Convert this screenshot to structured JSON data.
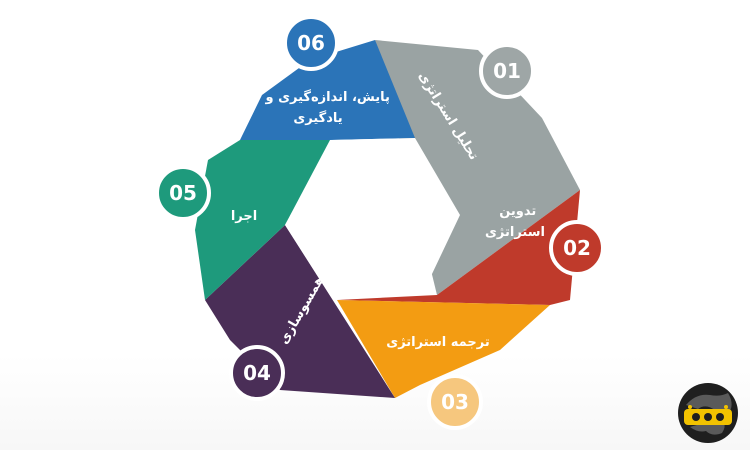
{
  "diagram": {
    "segments": [
      {
        "id": "s1",
        "number": "01",
        "label": "تحلیل استراتژی",
        "color": "#9AA3A3",
        "circle_color": "#9EA6A6"
      },
      {
        "id": "s2",
        "number": "02",
        "label_lines": [
          "تدوین",
          "استراتژی"
        ],
        "color": "#BF3A2B",
        "circle_color": "#BF3A2B"
      },
      {
        "id": "s3",
        "number": "03",
        "label": "ترجمه استراتژی",
        "color": "#F39C12",
        "circle_color": "#F6C77E"
      },
      {
        "id": "s4",
        "number": "04",
        "label": "همسوسازی",
        "color": "#4A2E57",
        "circle_color": "#4A2E57"
      },
      {
        "id": "s5",
        "number": "05",
        "label": "اجرا",
        "color": "#1E9A7C",
        "circle_color": "#1E9A7C"
      },
      {
        "id": "s6",
        "number": "06",
        "label_lines": [
          "پایش، اندازه‌گیری و",
          "یادگیری"
        ],
        "color": "#2B74B8",
        "circle_color": "#2B74B8"
      }
    ]
  },
  "logo": {
    "icon": "globe-logo",
    "colors": {
      "dark": "#1f1f1f",
      "accent": "#F2C200"
    }
  }
}
